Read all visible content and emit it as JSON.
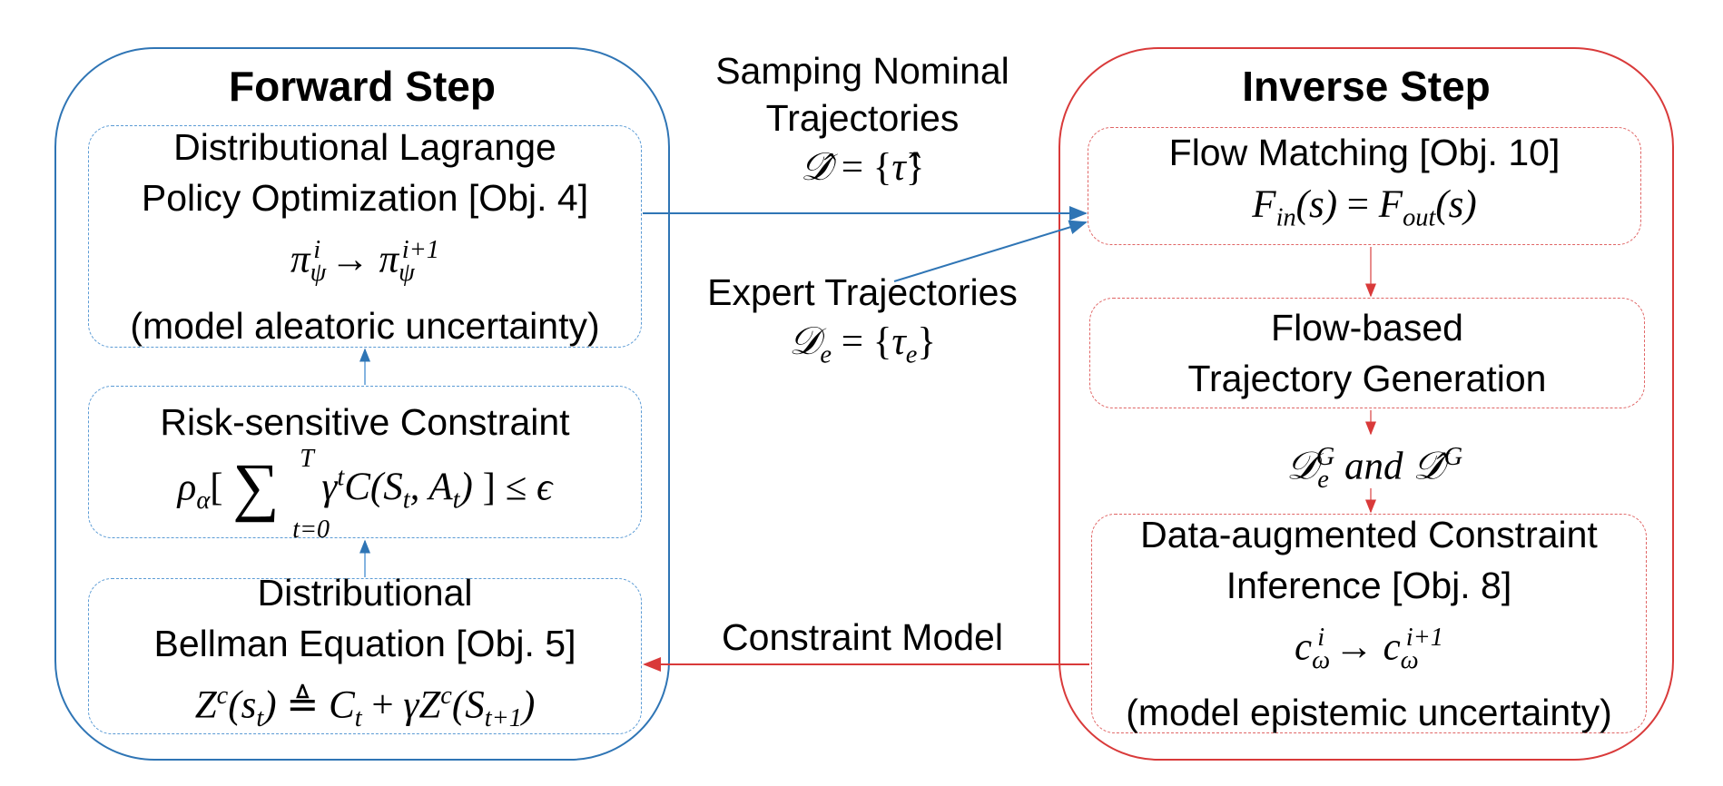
{
  "forward_panel": {
    "title": "Forward Step",
    "dlpo": {
      "line1": "Distributional Lagrange",
      "line2": "Policy Optimization [Obj. 4]",
      "formula": "π",
      "note": "(model aleatoric uncertainty)"
    },
    "risk": {
      "title": "Risk-sensitive Constraint"
    },
    "bellman": {
      "line1": "Distributional",
      "line2": "Bellman Equation [Obj. 5]"
    }
  },
  "inverse_panel": {
    "title": "Inverse Step",
    "flow_matching": {
      "title": "Flow Matching [Obj. 10]"
    },
    "flow_gen": {
      "line1": "Flow-based",
      "line2": "Trajectory Generation"
    },
    "augmented_label": "and",
    "dci": {
      "line1": "Data-augmented Constraint",
      "line2": "Inference [Obj. 8]",
      "note": "(model epistemic uncertainty)"
    }
  },
  "edges": {
    "sampling": {
      "line1": "Samping Nominal",
      "line2": "Trajectories"
    },
    "expert": {
      "line1": "Expert Trajectories"
    },
    "constraint_model": "Constraint Model"
  },
  "colors": {
    "forward": "#2f75b5",
    "forward_dashed": "#5b9bd5",
    "inverse": "#d93a3a",
    "inverse_dashed": "#e06666"
  }
}
